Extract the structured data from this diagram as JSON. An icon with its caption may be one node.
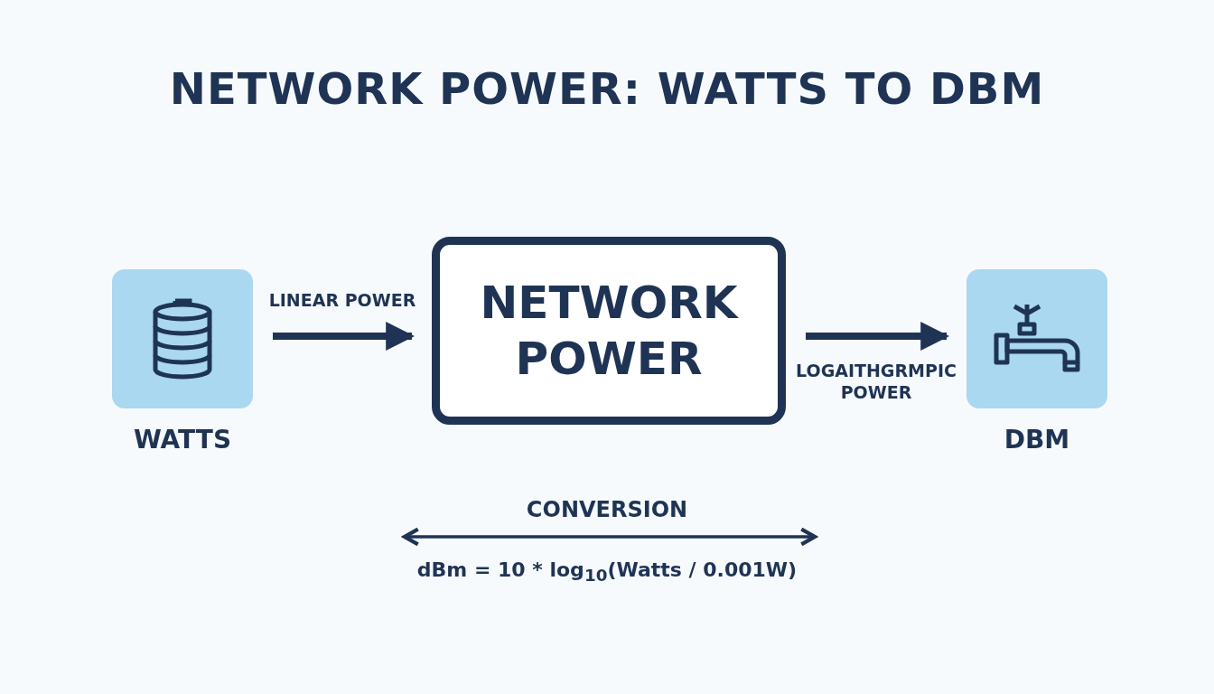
{
  "diagram": {
    "title": "NETWORK POWER: WATTS TO DBM",
    "nodes": [
      {
        "text": [
          "WATTS"
        ]
      },
      {
        "text": [
          "NETWORK POWER"
        ]
      },
      {
        "text": [
          "DBM"
        ]
      }
    ],
    "edges": [
      {
        "from": 0,
        "to": 1,
        "arrow": "to",
        "label": "LINEAR POWER"
      },
      {
        "from": 1,
        "to": 2,
        "arrow": "to",
        "label": "LOGAITHGRMPIC POWER"
      }
    ],
    "labels": [
      "CONVERSION",
      "dBm = 10 * log$_{10}$(Watts / 0.001W)"
    ]
  }
}
